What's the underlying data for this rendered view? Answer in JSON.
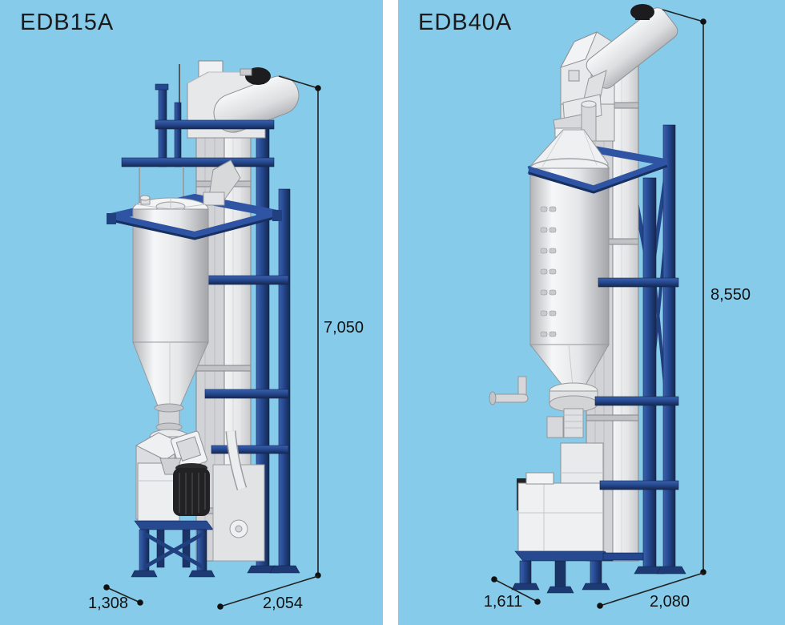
{
  "colors": {
    "panel_background": "#87cbea",
    "divider": "#ffffff",
    "frame_navy": "#24478f",
    "frame_navy_dark": "#16294f",
    "machine_light_gray": "#eef0f1",
    "machine_shadow_gray": "#a8aaae",
    "motor_black": "#1d1d1f",
    "dimension_line": "#222222",
    "label_text": "#111111"
  },
  "panels": [
    {
      "model": "EDB15A",
      "dimensions": {
        "height": "7,050",
        "depth": "1,308",
        "width": "2,054"
      }
    },
    {
      "model": "EDB40A",
      "dimensions": {
        "height": "8,550",
        "depth": "1,611",
        "width": "2,080"
      }
    }
  ]
}
